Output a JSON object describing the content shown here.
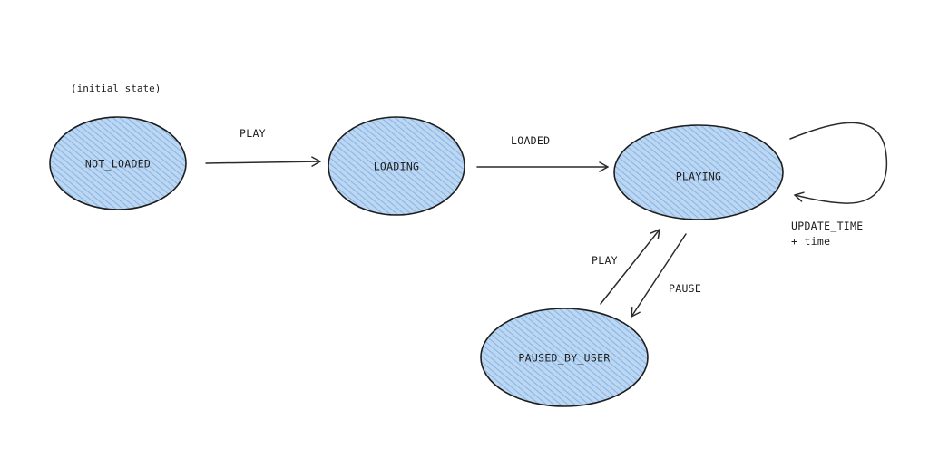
{
  "diagram": {
    "note": "(initial state)",
    "nodes": {
      "not_loaded": "NOT_LOADED",
      "loading": "LOADING",
      "playing": "PLAYING",
      "paused_by_user": "PAUSED_BY_USER"
    },
    "edges": {
      "play_1": "PLAY",
      "loaded": "LOADED",
      "update_time_line1": "UPDATE_TIME",
      "update_time_line2": "+ time",
      "play_2": "PLAY",
      "pause": "PAUSE"
    }
  },
  "colors": {
    "node_fill": "#a5c8ec",
    "node_hatch": "#7fb0e2",
    "ink": "#1e1e1e",
    "background": "#ffffff"
  }
}
